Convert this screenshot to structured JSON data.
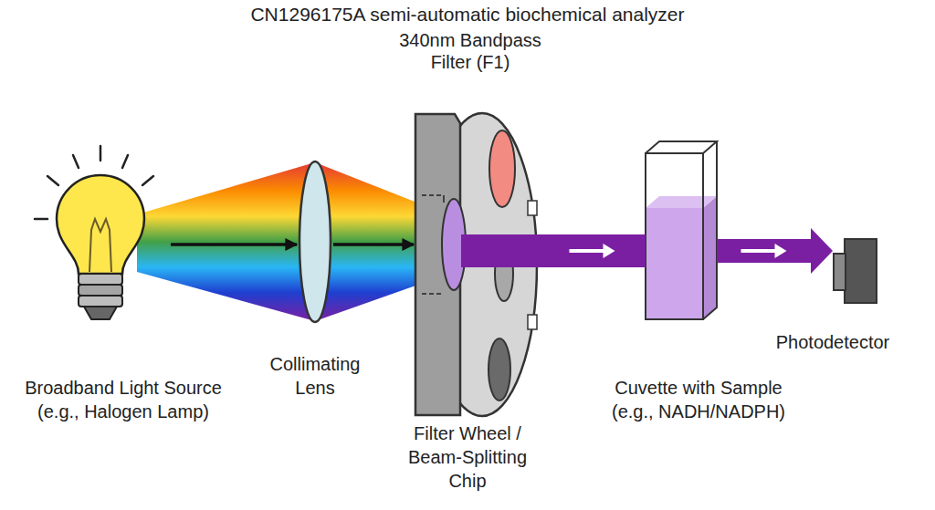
{
  "diagram": {
    "title": "CN1296175A semi-automatic biochemical analyzer",
    "nodes": [
      {
        "text": [
          "Broadband Light Source (e.g., Halogen Lamp)"
        ]
      },
      {
        "text": [
          "Collimating Lens"
        ]
      },
      {
        "text": [
          "Filter Wheel / Beam-Splitting Chip"
        ]
      },
      {
        "text": [
          "Cuvette with Sample (e.g., NADH/NADPH)"
        ]
      },
      {
        "text": [
          "Photodetector"
        ]
      }
    ],
    "edges": [
      {
        "from": 0,
        "to": 1,
        "arrow": "to"
      },
      {
        "from": 1,
        "to": 2,
        "arrow": "to"
      },
      {
        "from": 2,
        "to": 3,
        "arrow": "to"
      },
      {
        "from": 3,
        "to": 4,
        "arrow": "to"
      }
    ],
    "labels": [
      "340nm Bandpass Filter (F1)"
    ]
  }
}
